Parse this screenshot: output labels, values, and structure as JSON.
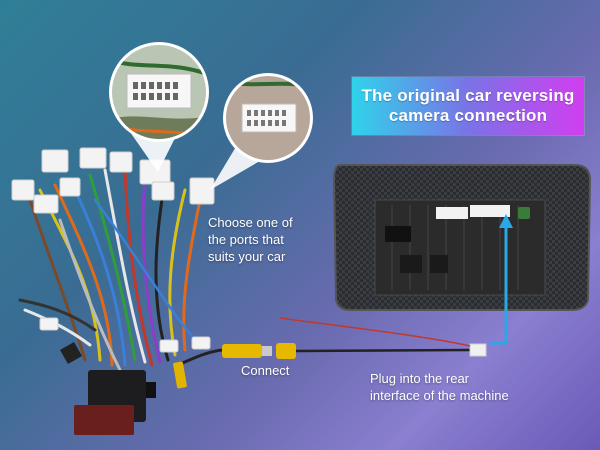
{
  "banner": {
    "line1": "The original car reversing",
    "line2": "camera connection"
  },
  "labels": {
    "choose": [
      "Choose one of",
      "the ports that",
      "suits your car"
    ],
    "connect": "Connect",
    "plug": [
      "Plug into the rear",
      "interface of the machine"
    ]
  },
  "colors": {
    "arrow": "#2aa7e6",
    "banner_start": "#2fd3ea",
    "banner_end": "#d13ef0",
    "rca_yellow": "#e0b400"
  }
}
